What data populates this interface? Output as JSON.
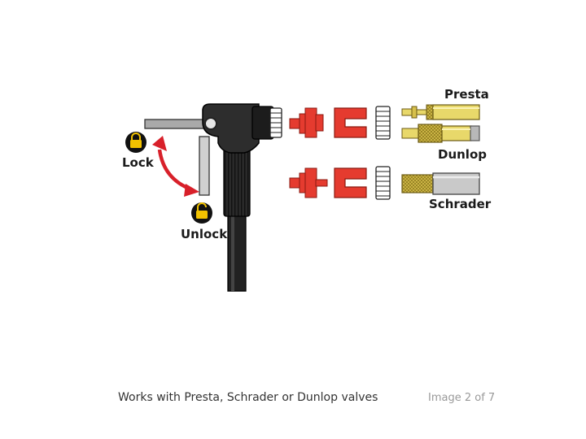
{
  "diagram": {
    "labels": {
      "lock": "Lock",
      "unlock": "Unlock",
      "presta": "Presta",
      "dunlop": "Dunlop",
      "schrader": "Schrader"
    },
    "icons": {
      "lock": "lock-icon",
      "unlock": "unlock-icon"
    },
    "colors": {
      "red_part": "#e53b2f",
      "brass": "#e8d86a",
      "steel": "#c9c9c9",
      "hose": "#222222",
      "arrow": "#d8202a",
      "lock_badge": "#111111",
      "lock_glyph": "#f2c200"
    }
  },
  "caption": {
    "text": "Works with Presta, Schrader or Dunlop valves",
    "counter": "Image 2 of 7"
  }
}
